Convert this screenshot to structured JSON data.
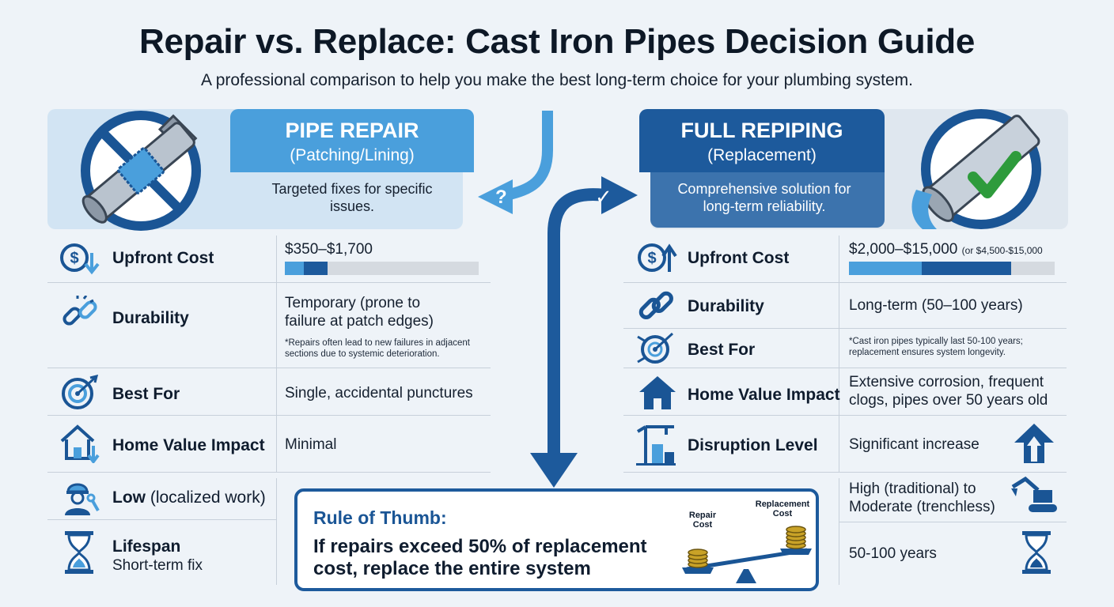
{
  "title": "Repair vs. Replace: Cast Iron Pipes Decision Guide",
  "subtitle": "A professional comparison to help you make the best long-term choice for your plumbing system.",
  "repair": {
    "title_line1": "PIPE REPAIR",
    "title_line2": "(Patching/Lining)",
    "description": "Targeted fixes for specific issues.",
    "rows": {
      "cost_label": "Upfront Cost",
      "cost_value": "$350–$1,700",
      "cost_bar_fraction": 0.22,
      "durability_label": "Durability",
      "durability_value": "Temporary (prone to failure at patch edges)",
      "durability_note": "*Repairs often lead to new failures in adjacent sections due to systemic deterioration.",
      "bestfor_label": "Best For",
      "bestfor_value": "Single, accidental punctures",
      "homevalue_label": "Home Value Impact",
      "homevalue_value": "Minimal",
      "disruption_label": "Low",
      "disruption_value": "(localized work)",
      "lifespan_label": "Lifespan",
      "lifespan_value": "Short-term fix"
    }
  },
  "replace": {
    "title_line1": "FULL REPIPING",
    "title_line2": "(Replacement)",
    "description": "Comprehensive solution for long-term reliability.",
    "rows": {
      "cost_label": "Upfront Cost",
      "cost_value": "$2,000–$15,000",
      "cost_value_extra": "(or $4,500-$15,000",
      "cost_bar_fraction": 0.79,
      "durability_label": "Durability",
      "durability_value": "Long-term (50–100 years)",
      "bestfor_label": "Best For",
      "bestfor_note": "*Cast iron pipes typically last 50-100 years; replacement ensures system longevity.",
      "homevalue_label": "Home Value Impact",
      "homevalue_value": "Extensive corrosion, frequent clogs, pipes over 50 years old",
      "disruption_label": "Disruption Level",
      "disruption_value": "Significant increase",
      "disruption_value2": "High (traditional) to Moderate (trenchless)",
      "lifespan_value": "50-100 years"
    }
  },
  "rule": {
    "title": "Rule of Thumb:",
    "text": "If repairs exceed 50% of replacement cost, replace the entire system",
    "scale_left": "Repair Cost",
    "scale_right": "Replacement Cost"
  },
  "decision_marks": {
    "left": "?",
    "right": "✓"
  },
  "colors": {
    "repair_header": "#4a9fdc",
    "repair_panel": "#d2e4f3",
    "replace_header": "#1d5a9c",
    "replace_panel": "#3c73ad",
    "accent_dark": "#1a5595",
    "accent_light": "#4a9fdc"
  }
}
